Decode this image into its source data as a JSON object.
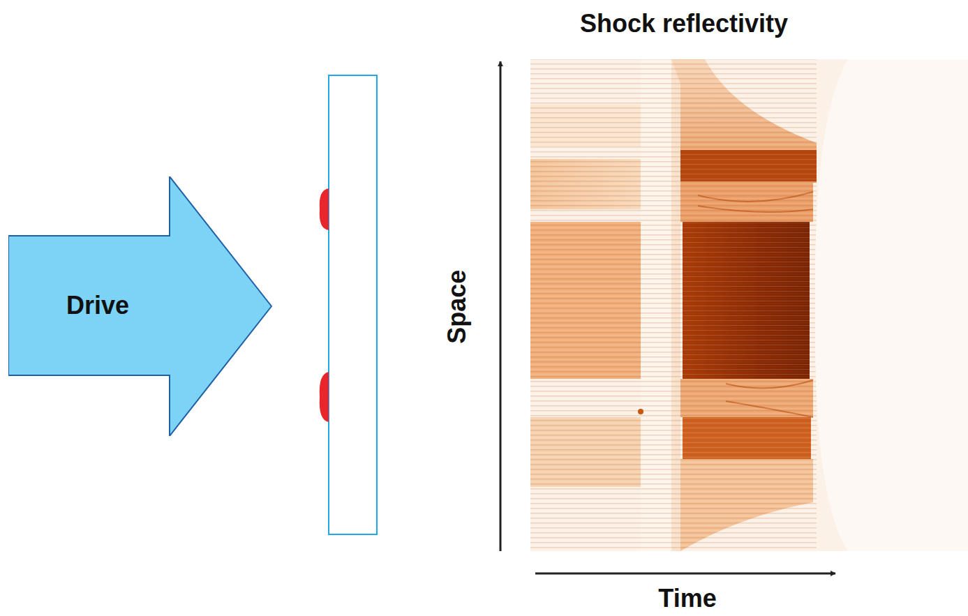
{
  "diagram": {
    "nodes": [
      {
        "text": [
          "Drive"
        ]
      },
      {
        "text": [
          "Shock reflectivity"
        ]
      }
    ],
    "labels": [
      "Space",
      "Time"
    ]
  }
}
